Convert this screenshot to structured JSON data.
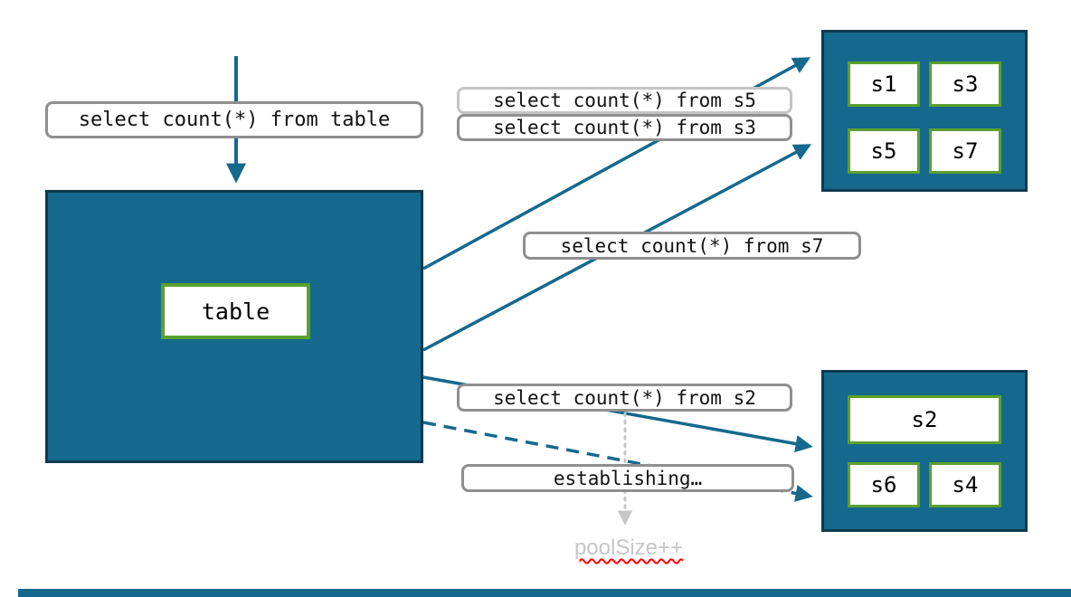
{
  "colors": {
    "teal": "#15698C",
    "box_border": "#0e3a50",
    "green": "#5CA02E",
    "label_border": "#8f8f8f",
    "label_border_light": "#c4c4c4",
    "gray": "#c6c6c6"
  },
  "main_query_label": "select count(*) from table",
  "table": {
    "label": "table"
  },
  "query_labels": {
    "s5": "select count(*) from s5",
    "s3": "select count(*) from s3",
    "s7": "select count(*) from s7",
    "s2": "select count(*) from s2",
    "establishing": "establishing…"
  },
  "shard_group_top": [
    "s1",
    "s3",
    "s5",
    "s7"
  ],
  "shard_group_bottom": [
    "s2",
    "s6",
    "s4"
  ],
  "pool_size_label": "poolSize++"
}
